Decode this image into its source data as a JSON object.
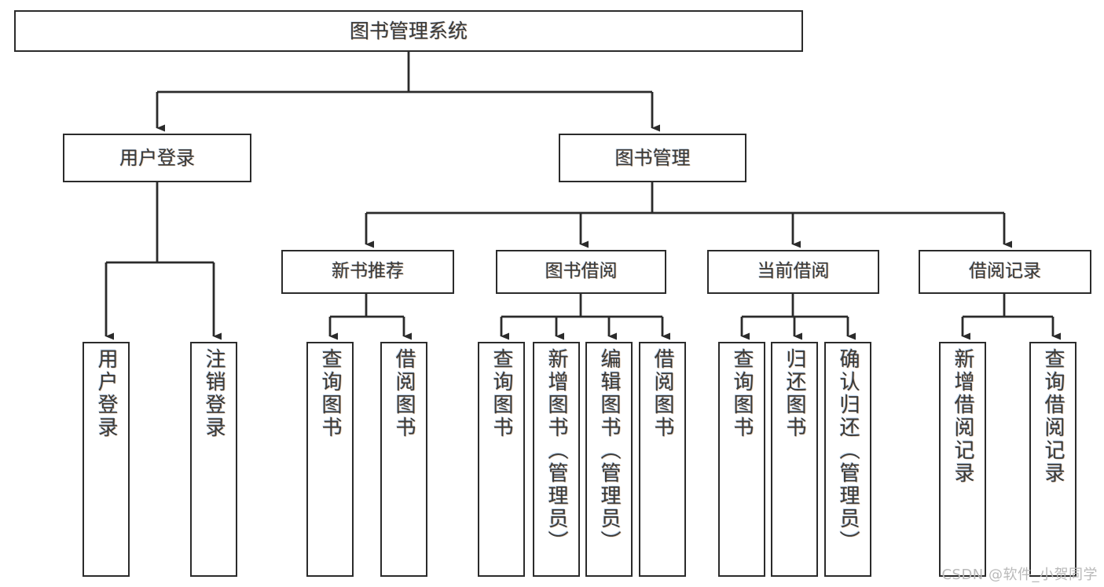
{
  "diagram": {
    "title": "图书管理系统",
    "watermark": "CSDN @软件_小贺同学",
    "line_color": "#2b2b2b",
    "box_fill": "#ffffff",
    "text_color": "#3a3a3a"
  },
  "nodes": {
    "root": {
      "label": "图书管理系统"
    },
    "level2": [
      {
        "label": "用户登录"
      },
      {
        "label": "图书管理"
      }
    ],
    "level3": [
      {
        "label": "新书推荐"
      },
      {
        "label": "图书借阅"
      },
      {
        "label": "当前借阅"
      },
      {
        "label": "借阅记录"
      }
    ],
    "leaves": {
      "user_login": [
        {
          "label": "用户登录"
        },
        {
          "label": "注销登录"
        }
      ],
      "new_book": [
        {
          "label": "查询图书"
        },
        {
          "label": "借阅图书"
        }
      ],
      "book_borrow": [
        {
          "label": "查询图书"
        },
        {
          "label": "新增图书（管理员）"
        },
        {
          "label": "编辑图书（管理员）"
        },
        {
          "label": "借阅图书"
        }
      ],
      "current_borrow": [
        {
          "label": "查询图书"
        },
        {
          "label": "归还图书"
        },
        {
          "label": "确认归还（管理员）"
        }
      ],
      "borrow_record": [
        {
          "label": "新增借阅记录"
        },
        {
          "label": "查询借阅记录"
        }
      ]
    }
  }
}
